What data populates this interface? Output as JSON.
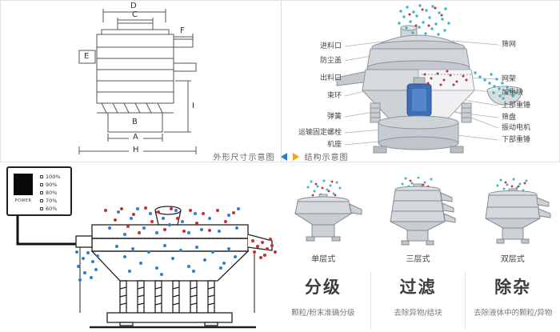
{
  "colors": {
    "pointer_blue": "#2e7fbe",
    "pointer_yellow": "#f0a818",
    "particle_red": "#c63030",
    "particle_blue": "#2a7fd4",
    "particle_cyan": "#3fb6c6",
    "machine_gray": "#cfd4d9",
    "motor_blue": "#3e6db6"
  },
  "top_left": {
    "caption": "外形尺寸示意图",
    "dim_labels": {
      "d": "D",
      "c": "C",
      "f": "F",
      "e": "E",
      "b": "B",
      "i": "I",
      "a": "A",
      "h": "H"
    }
  },
  "top_right": {
    "caption": "结构示意图",
    "labels_left": [
      "进料口",
      "防尘盖",
      "出料口",
      "束环",
      "弹簧",
      "运输固定螺栓",
      "机座"
    ],
    "labels_right": [
      "筛网",
      "网架",
      "加重块",
      "上部重锤",
      "筛盘",
      "振动电机",
      "下部重锤"
    ]
  },
  "controller": {
    "display_label": "POWER",
    "levels": [
      "100%",
      "90%",
      "80%",
      "70%",
      "60%"
    ]
  },
  "types": [
    {
      "label": "单层式"
    },
    {
      "label": "三层式"
    },
    {
      "label": "双层式"
    }
  ],
  "functions": [
    {
      "title": "分级",
      "desc": "颗粒/粉末准确分级"
    },
    {
      "title": "过滤",
      "desc": "去除异物/结块"
    },
    {
      "title": "除杂",
      "desc": "去除液体中的颗粒/异物"
    }
  ]
}
